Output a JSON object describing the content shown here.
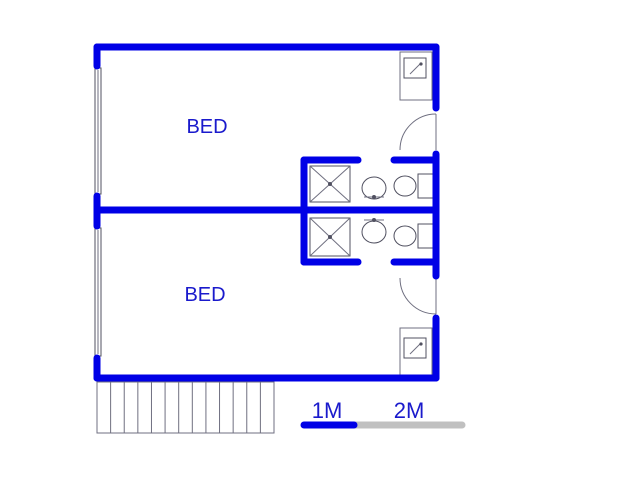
{
  "plan": {
    "rooms": [
      {
        "label": "BED"
      },
      {
        "label": "BED"
      }
    ],
    "scale": {
      "mark_1": "1M",
      "mark_2": "2M"
    }
  },
  "colors": {
    "wall": "#0000e6",
    "scale_grey": "#c0c0c0",
    "fixture_line": "#505060"
  }
}
